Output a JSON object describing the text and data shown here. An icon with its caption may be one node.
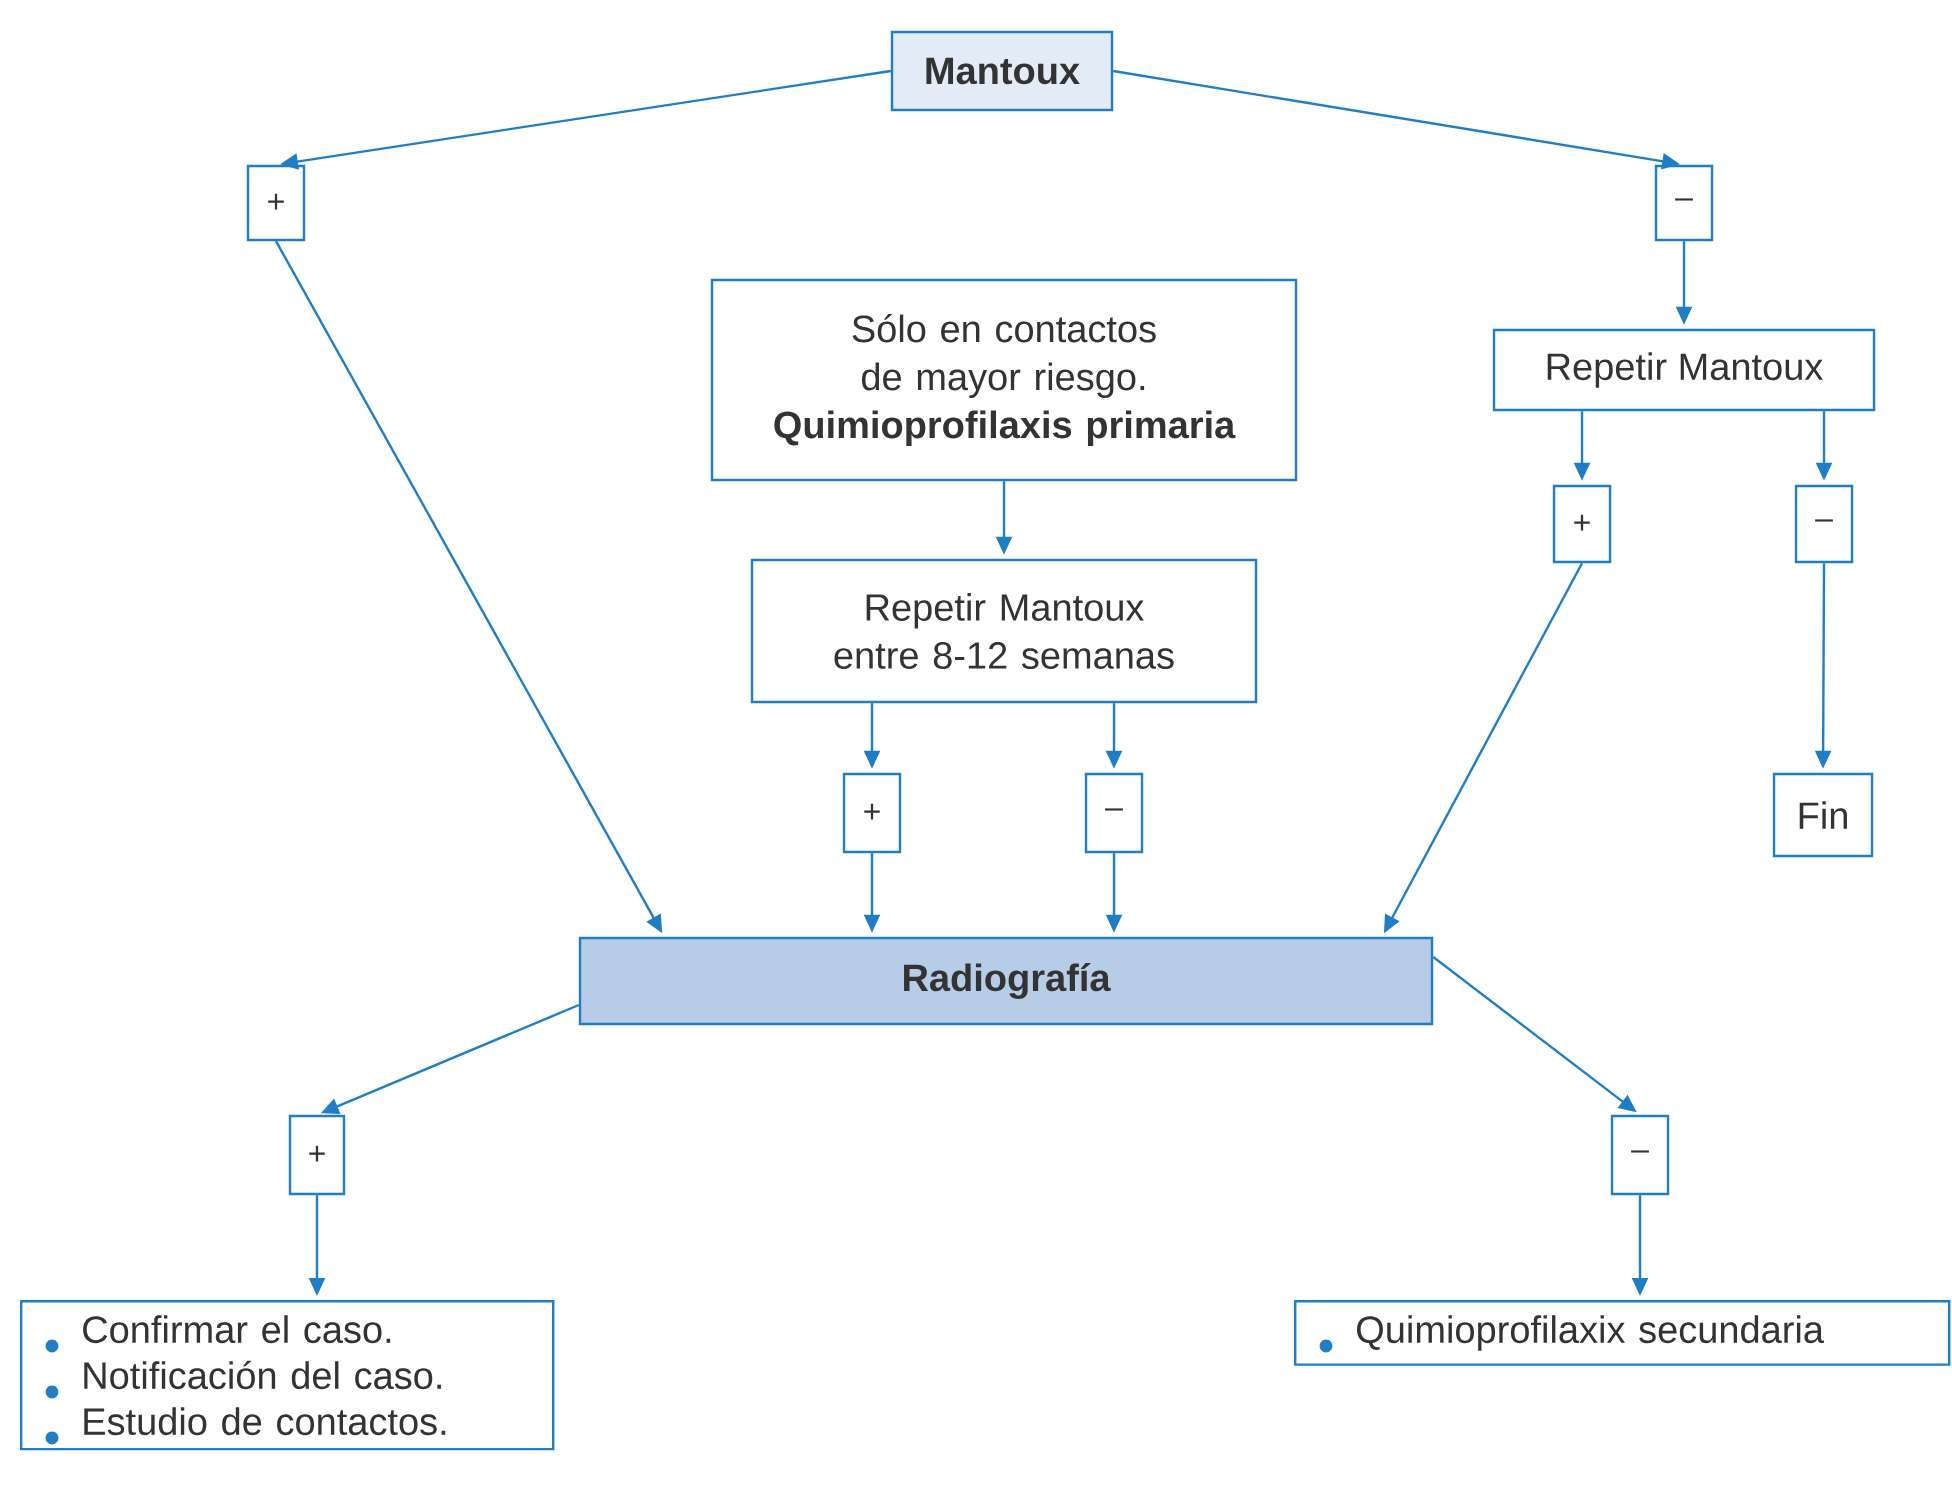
{
  "diagram": {
    "nodes": [
      {
        "text": [
          "Mantoux"
        ]
      },
      {
        "text": [
          "+"
        ]
      },
      {
        "text": [
          "–"
        ]
      },
      {
        "text": [
          "Sólo en contactos de mayor riesgo.",
          "Quimioprofilaxis primaria"
        ]
      },
      {
        "text": [
          "Repetir Mantoux"
        ]
      },
      {
        "text": [
          "Repetir Mantoux entre 8-12 semanas"
        ]
      },
      {
        "text": [
          "+"
        ]
      },
      {
        "text": [
          "–"
        ]
      },
      {
        "text": [
          "+"
        ]
      },
      {
        "text": [
          "–"
        ]
      },
      {
        "text": [
          "Fin"
        ]
      },
      {
        "text": [
          "Radiografía"
        ]
      },
      {
        "text": [
          "+"
        ]
      },
      {
        "text": [
          "–"
        ]
      },
      {
        "text": [
          "Confirmar el caso.",
          "Notificación del caso.",
          "Estudio de contactos."
        ]
      },
      {
        "text": [
          "Quimioprofilaxix secundaria"
        ]
      }
    ],
    "edges": [
      {
        "from": 0,
        "to": 1,
        "arrow": "to"
      },
      {
        "from": 0,
        "to": 2,
        "arrow": "to"
      },
      {
        "from": 1,
        "to": 11,
        "arrow": "to"
      },
      {
        "from": 2,
        "to": 4,
        "arrow": "to"
      },
      {
        "from": 3,
        "to": 5,
        "arrow": "to"
      },
      {
        "from": 4,
        "to": 6,
        "arrow": "to"
      },
      {
        "from": 4,
        "to": 7,
        "arrow": "to"
      },
      {
        "from": 6,
        "to": 11,
        "arrow": "to"
      },
      {
        "from": 7,
        "to": 10,
        "arrow": "to"
      },
      {
        "from": 5,
        "to": 8,
        "arrow": "to"
      },
      {
        "from": 5,
        "to": 9,
        "arrow": "to"
      },
      {
        "from": 8,
        "to": 11,
        "arrow": "to"
      },
      {
        "from": 9,
        "to": 11,
        "arrow": "to"
      },
      {
        "from": 11,
        "to": 12,
        "arrow": "to"
      },
      {
        "from": 11,
        "to": 13,
        "arrow": "to"
      },
      {
        "from": 12,
        "to": 14,
        "arrow": "to"
      },
      {
        "from": 13,
        "to": 15,
        "arrow": "to"
      }
    ]
  }
}
